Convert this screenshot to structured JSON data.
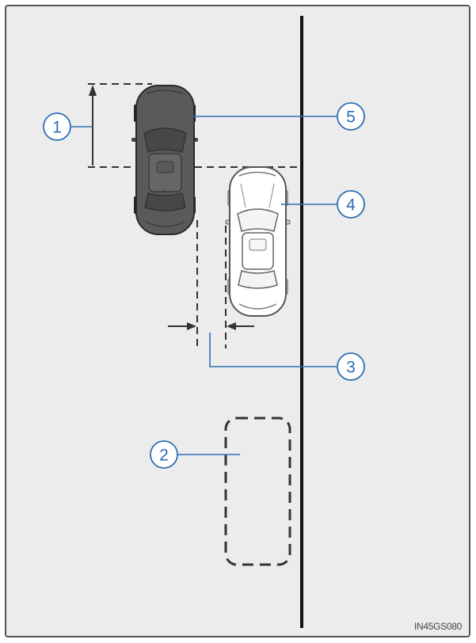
{
  "diagram": {
    "callouts": [
      {
        "id": "1",
        "label": "1"
      },
      {
        "id": "2",
        "label": "2"
      },
      {
        "id": "3",
        "label": "3"
      },
      {
        "id": "4",
        "label": "4"
      },
      {
        "id": "5",
        "label": "5"
      }
    ],
    "image_code": "IN45GS080",
    "colors": {
      "background": "#ececec",
      "border": "#555555",
      "callout": "#2d6fb4",
      "own_vehicle": "#5a5a5a",
      "parked_vehicle": "#ffffff",
      "curb_line": "#111111"
    }
  }
}
